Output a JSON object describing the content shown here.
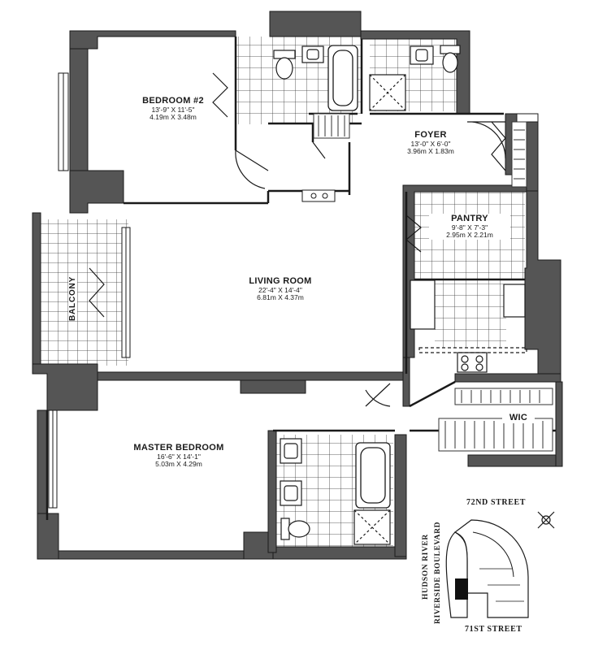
{
  "rooms": {
    "bedroom2": {
      "name": "BEDROOM #2",
      "dim_ft": "13'-9\" X 11'-5\"",
      "dim_m": "4.19m X 3.48m"
    },
    "foyer": {
      "name": "FOYER",
      "dim_ft": "13'-0\" X 6'-0\"",
      "dim_m": "3.96m X 1.83m"
    },
    "pantry": {
      "name": "PANTRY",
      "dim_ft": "9'-8\" X 7'-3\"",
      "dim_m": "2.95m X 2.21m"
    },
    "living": {
      "name": "LIVING ROOM",
      "dim_ft": "22'-4\" X 14'-4\"",
      "dim_m": "6.81m X 4.37m"
    },
    "balcony": {
      "name": "BALCONY"
    },
    "wic": {
      "name": "WIC"
    },
    "master": {
      "name": "MASTER BEDROOM",
      "dim_ft": "16'-6\" X 14'-1\"",
      "dim_m": "5.03m X 4.29m"
    }
  },
  "keyplan": {
    "north_street": "72ND STREET",
    "south_street": "71ST STREET",
    "west_labels": [
      "HUDSON RIVER",
      "RIVERSIDE BOULEVARD"
    ]
  },
  "colors": {
    "wall": "#555555",
    "line": "#1a1a1a",
    "fill": "#ffffff",
    "highlight": "#111111"
  },
  "icons": [
    "compass-icon",
    "toilet-icon",
    "bathtub-icon",
    "sink-icon",
    "stove-icon",
    "shower-icon"
  ]
}
